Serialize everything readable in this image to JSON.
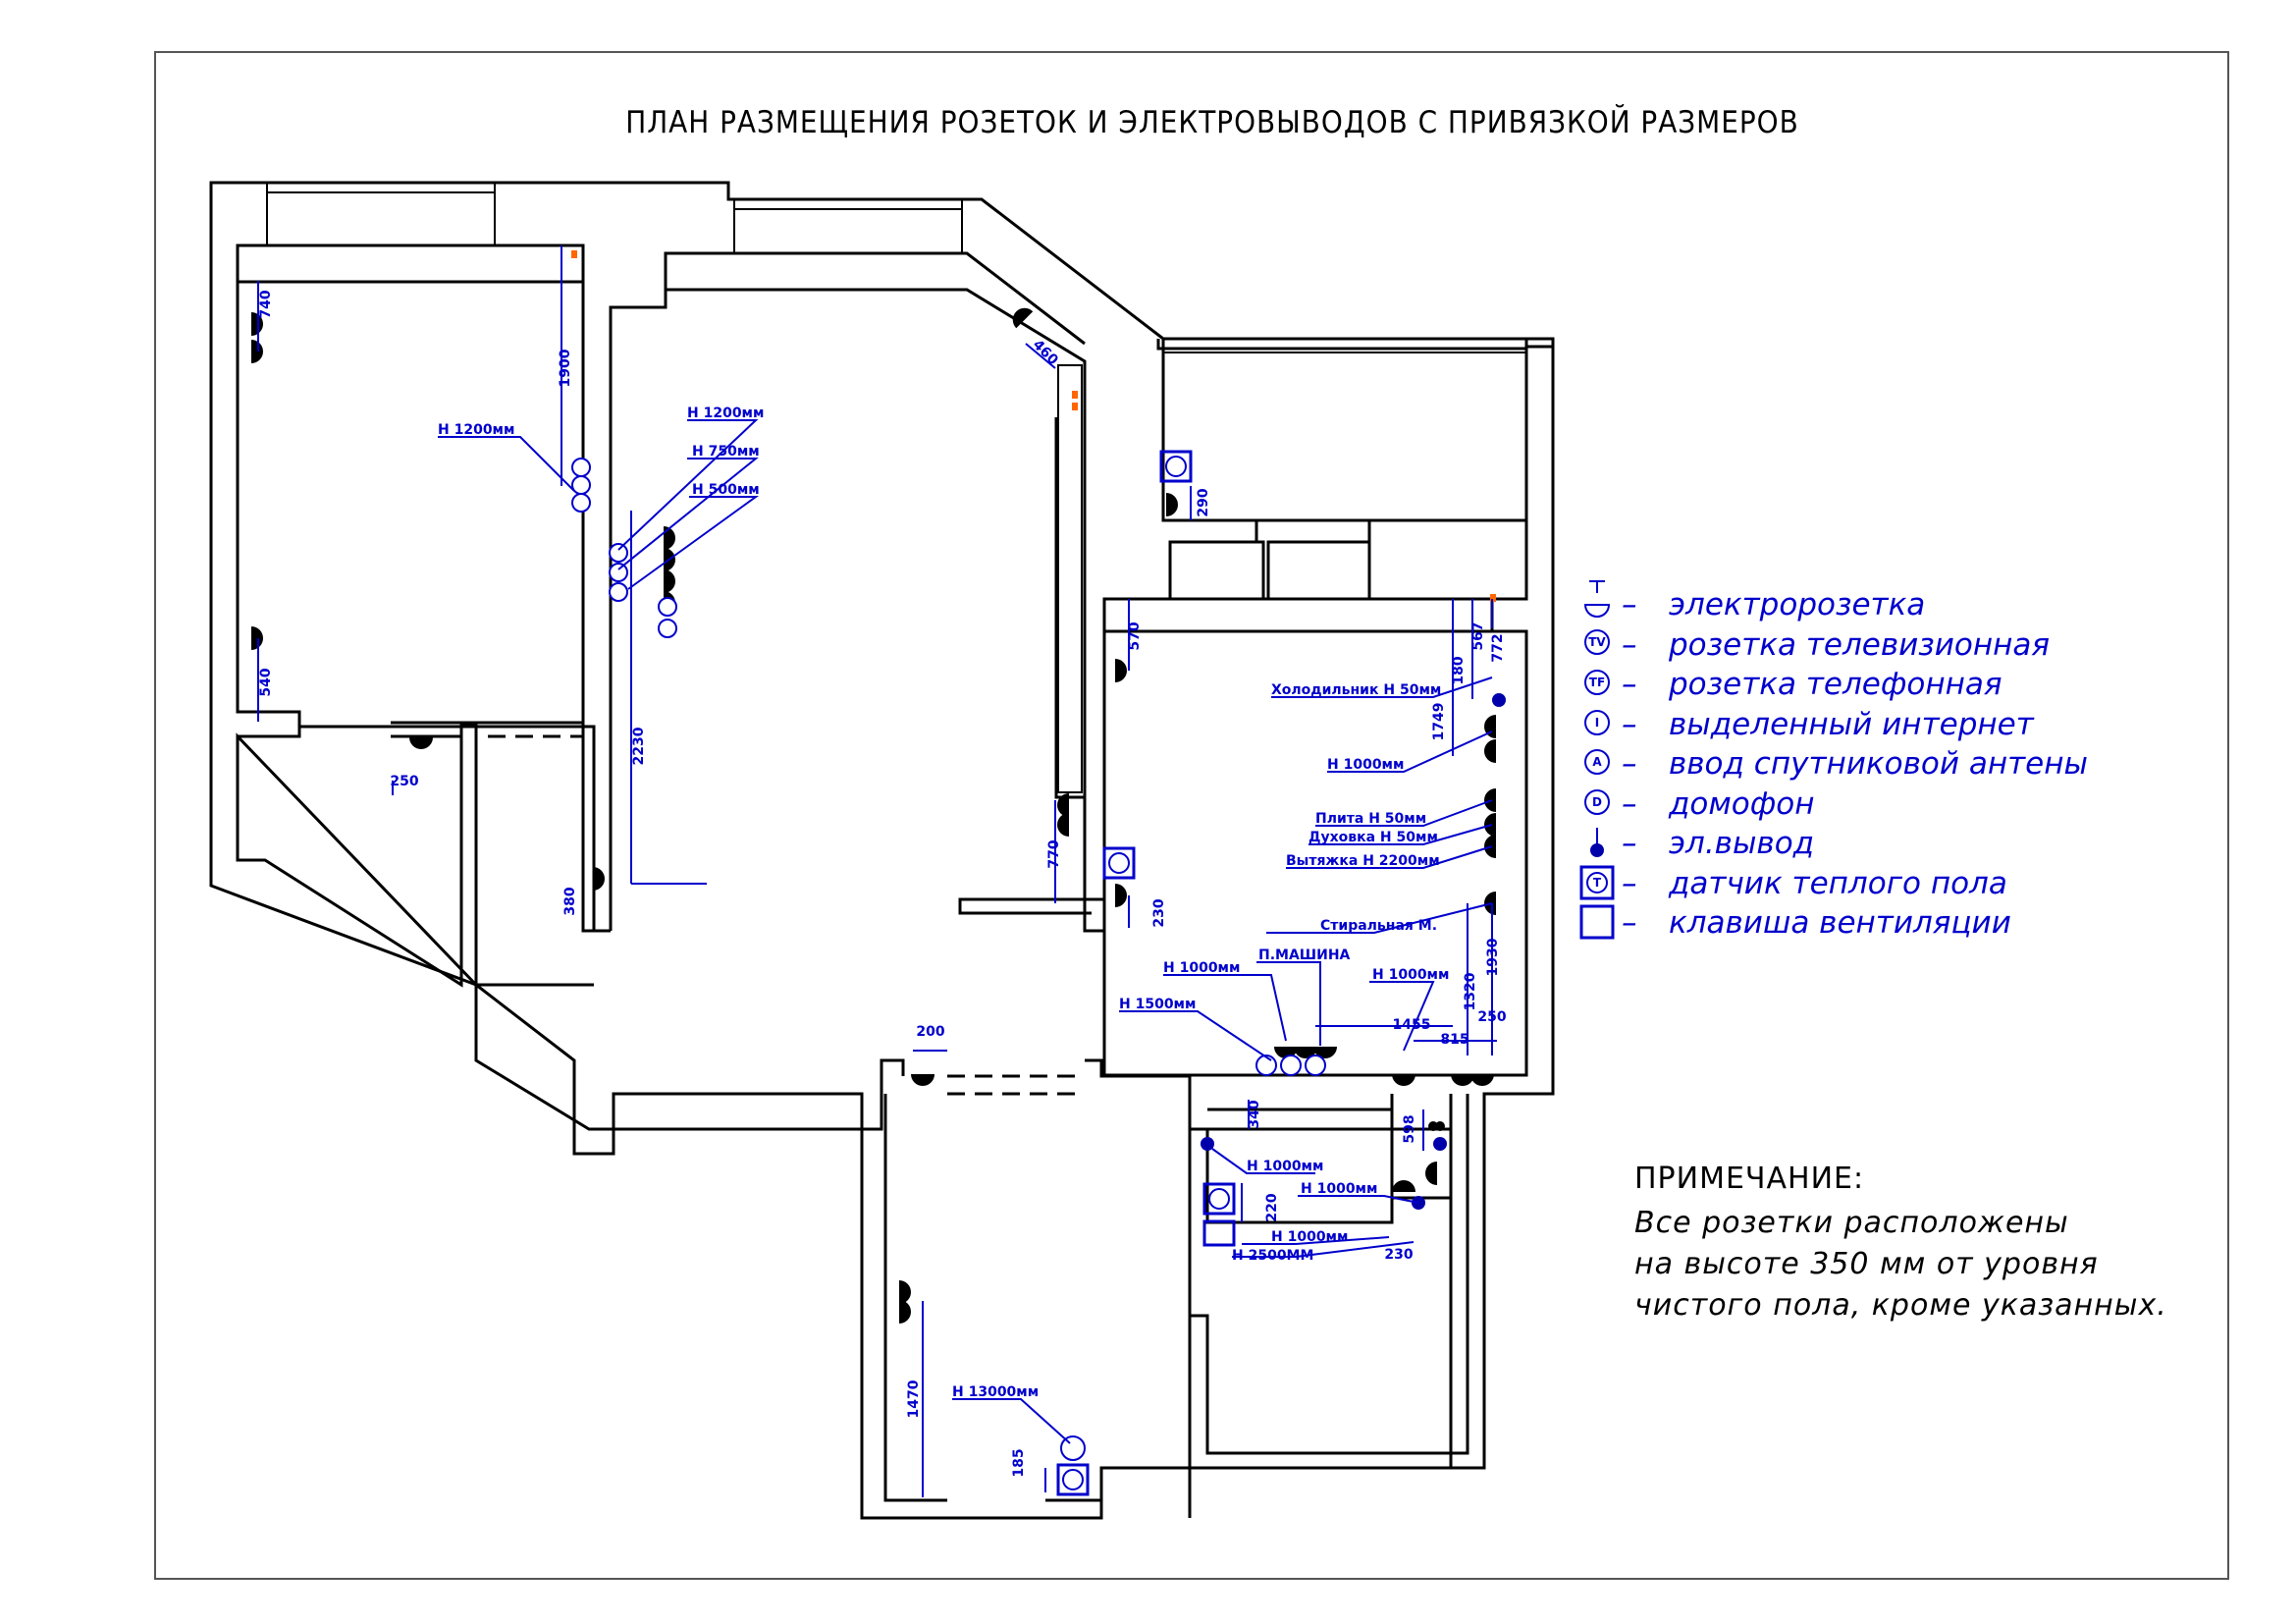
{
  "title": "ПЛАН РАЗМЕЩЕНИЯ РОЗЕТОК И ЭЛЕКТРОВЫВОДОВ С ПРИВЯЗКОЙ РАЗМЕРОВ",
  "legend": [
    {
      "icon": "socket-icon",
      "dash": "–",
      "label": "электророзетка"
    },
    {
      "icon": "tv-socket-icon",
      "symbol": "TV",
      "dash": "–",
      "label": "розетка телевизионная"
    },
    {
      "icon": "phone-socket-icon",
      "symbol": "TF",
      "dash": "–",
      "label": "розетка телефонная"
    },
    {
      "icon": "internet-socket-icon",
      "symbol": "I",
      "dash": "–",
      "label": "выделенный интернет"
    },
    {
      "icon": "antenna-input-icon",
      "symbol": "A",
      "dash": "–",
      "label": "ввод спутниковой антены"
    },
    {
      "icon": "intercom-icon",
      "symbol": "D",
      "dash": "–",
      "label": "домофон"
    },
    {
      "icon": "electrical-outlet-icon",
      "dash": "–",
      "label": "эл.вывод"
    },
    {
      "icon": "floor-heating-sensor-icon",
      "symbol": "T",
      "dash": "–",
      "label": "датчик теплого пола"
    },
    {
      "icon": "ventilation-switch-icon",
      "dash": "–",
      "label": "клавиша вентиляции"
    }
  ],
  "note": {
    "heading": "ПРИМЕЧАНИЕ:",
    "lines": [
      "Все розетки расположены",
      "на высоте 350 мм от уровня",
      "чистого пола, кроме указанных."
    ]
  },
  "heights": {
    "h1200a": "Н 1200мм",
    "h1200b": "Н 1200мм",
    "h750": "Н 750мм",
    "h500": "Н 500мм",
    "fridge": "Холодильник Н 50мм",
    "h1000a": "Н 1000мм",
    "stove": "Плита Н 50мм",
    "oven": "Духовка Н 50мм",
    "hood": "Вытяжка Н 2200мм",
    "washer": "Стиральная М.",
    "h1000b": "Н 1000мм",
    "dishwasher": "П.МАШИНА",
    "h1000c": "Н 1000мм",
    "h1500": "Н 1500мм",
    "h1000d": "Н 1000мм",
    "h1000e": "Н 1000мм",
    "h1000f": "Н 1000мм",
    "h2500": "Н 2500ММ",
    "h13000": "Н 13000мм"
  },
  "dimensions": {
    "d740": "740",
    "d1900": "1900",
    "d540": "540",
    "d250a": "250",
    "d380": "380",
    "d2230": "2230",
    "d460": "460",
    "d290": "290",
    "d570": "570",
    "d180": "180",
    "d1749": "1749",
    "d567": "567",
    "d772": "772",
    "d770": "770",
    "d230a": "230",
    "d1930": "1930",
    "d1320": "1320",
    "d250b": "250",
    "d1455": "1455",
    "d815": "815",
    "d200": "200",
    "d340": "340",
    "d598": "598",
    "d220": "220",
    "d230b": "230",
    "d1470": "1470",
    "d185": "185"
  },
  "colors": {
    "annotation": "#0000cc",
    "walls": "#000000",
    "marker": "#ff6600"
  }
}
